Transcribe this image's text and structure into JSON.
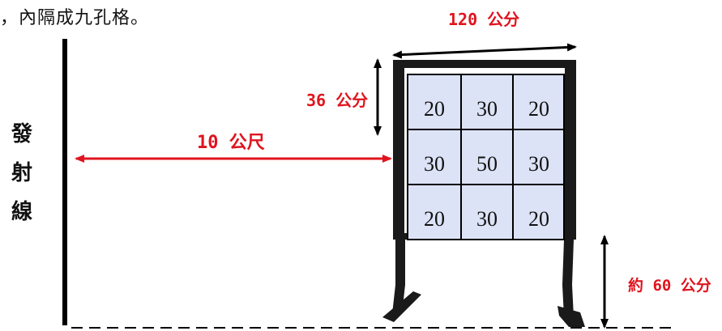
{
  "intro_text": "，內隔成九孔格。",
  "launch_line_label": [
    "發",
    "射",
    "線"
  ],
  "dimensions": {
    "width": "120 公分",
    "cell_height": "36 公分",
    "distance": "10 公尺",
    "ground_height": "約 60 公分"
  },
  "grid_scores": [
    [
      "20",
      "30",
      "20"
    ],
    [
      "30",
      "50",
      "30"
    ],
    [
      "20",
      "30",
      "20"
    ]
  ],
  "colors": {
    "annotation": "#e0141e",
    "cell_fill": "#dde3f7",
    "frame": "#1a1a1a"
  }
}
